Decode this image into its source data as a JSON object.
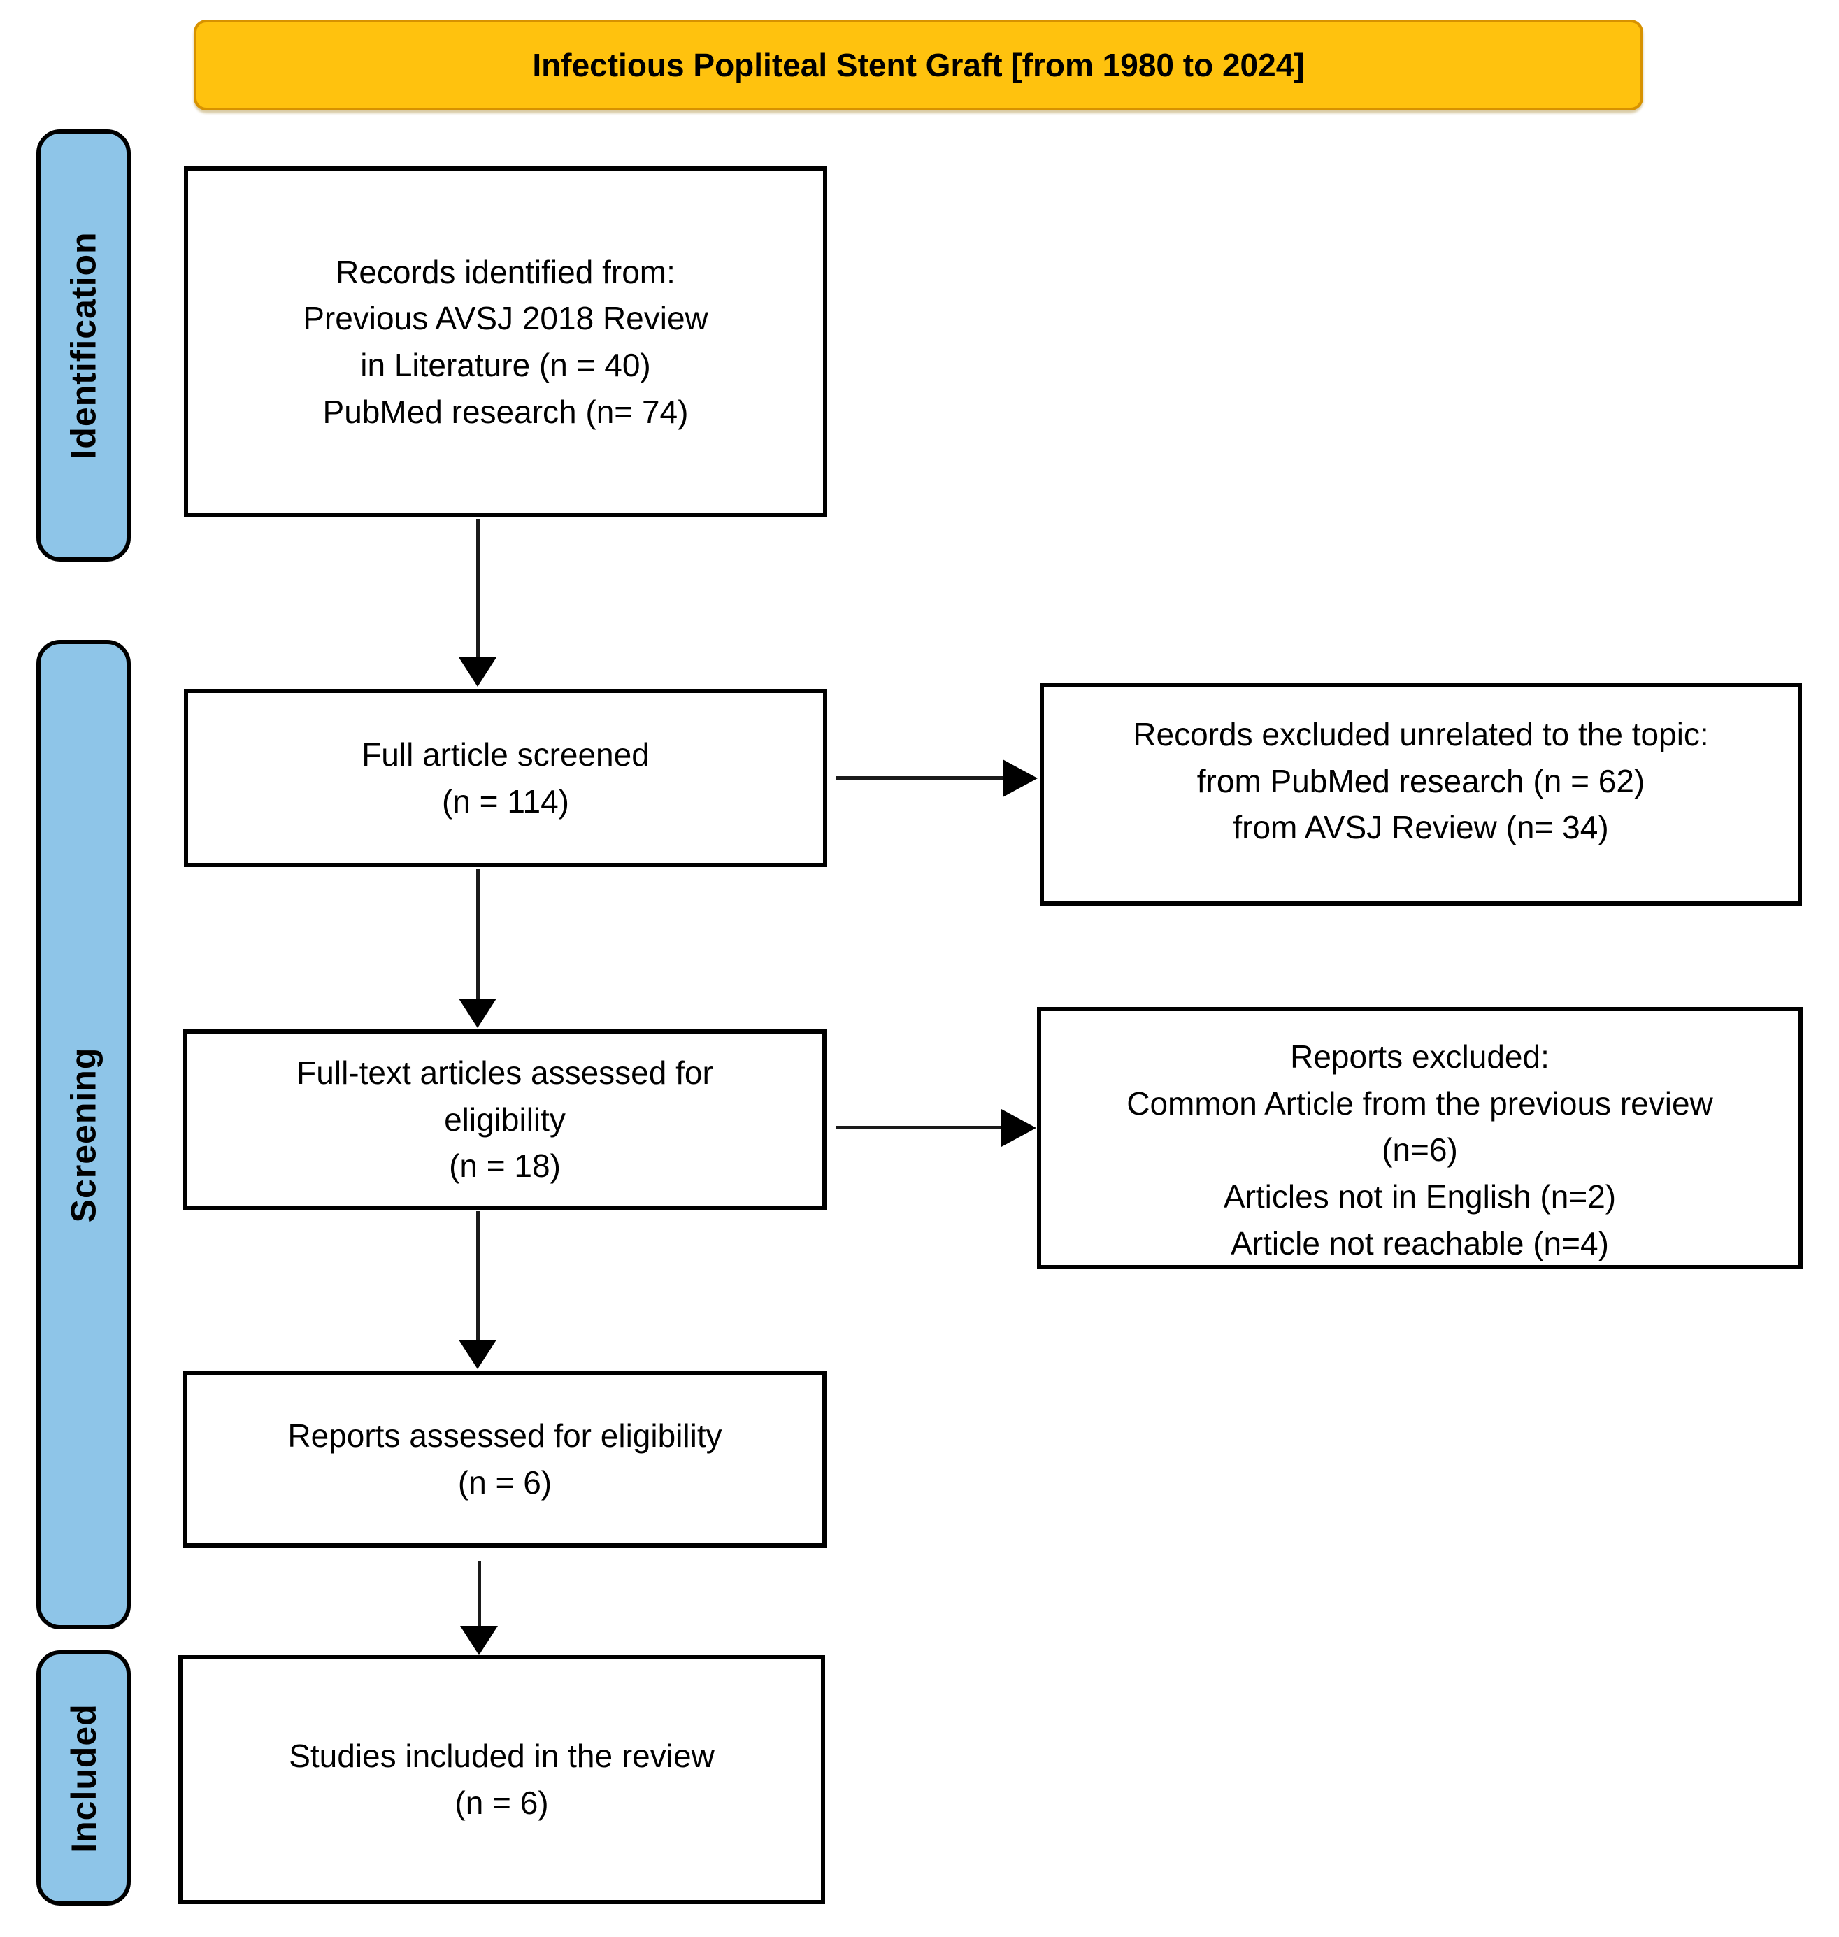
{
  "title_banner": {
    "label": "Infectious Popliteal Stent Graft [from 1980 to 2024]"
  },
  "stage_labels": {
    "identification": "Identification",
    "screening": "Screening",
    "included": "Included"
  },
  "colors": {
    "banner_fill": "#FFC20E",
    "banner_border": "#D79200",
    "stage_fill": "#8EC5E8",
    "box_border": "#000000",
    "arrow": "#1A1A1A"
  },
  "boxes": {
    "records_identified": {
      "lines": [
        "Records identified from:",
        "Previous AVSJ 2018 Review",
        "in Literature (n = 40)",
        "PubMed research (n= 74)"
      ]
    },
    "full_article_screened": {
      "lines": [
        "Full article screened",
        "(n = 114)"
      ]
    },
    "records_excluded": {
      "lines": [
        "Records excluded unrelated to the topic:",
        "from PubMed research (n = 62)",
        "from AVSJ Review (n= 34)"
      ]
    },
    "fulltext_assessed": {
      "lines": [
        "Full-text articles assessed for",
        "eligibility",
        "(n = 18)"
      ]
    },
    "reports_excluded": {
      "lines": [
        "Reports excluded:",
        "Common Article from the previous review",
        "(n=6)",
        "Articles not in English (n=2)",
        "Article not reachable (n=4)"
      ],
      "faded_artifact": "· ·        ··    ·      ·      ·     ·        ·    ··"
    },
    "reports_assessed": {
      "lines": [
        "Reports assessed for eligibility",
        "(n = 6)"
      ]
    },
    "studies_included": {
      "lines": [
        "Studies included in the review",
        "(n = 6)"
      ]
    }
  }
}
